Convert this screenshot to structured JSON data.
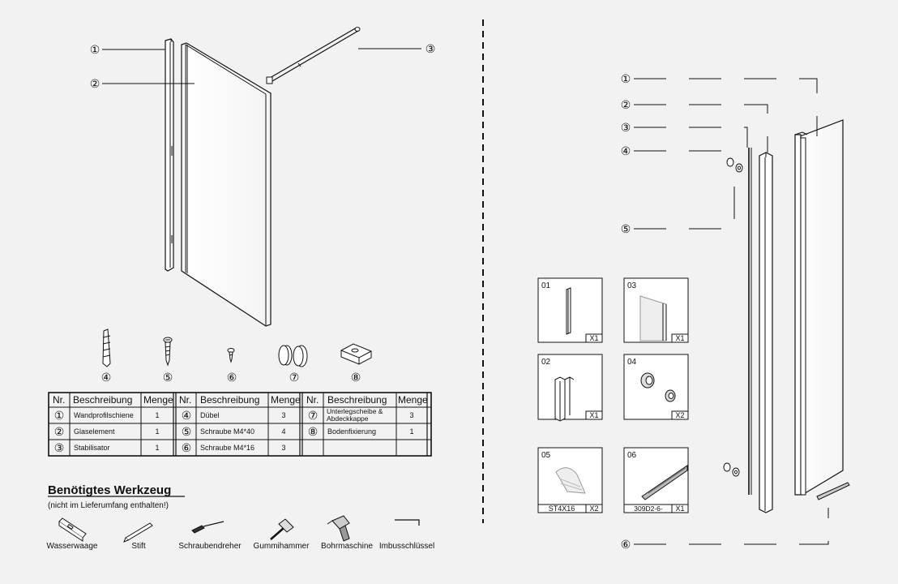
{
  "callouts_left": {
    "c1": "①",
    "c2": "②",
    "c3": "③",
    "c4": "④",
    "c5": "⑤",
    "c6": "⑥",
    "c7": "⑦",
    "c8": "⑧"
  },
  "parts_table": {
    "headers": {
      "nr": "Nr.",
      "beschreibung": "Beschreibung",
      "menge": "Menge"
    },
    "rows": [
      [
        {
          "nr": "①",
          "desc": "Wandprofilschiene",
          "qty": "1"
        },
        {
          "nr": "④",
          "desc": "Dübel",
          "qty": "3"
        },
        {
          "nr": "⑦",
          "desc": "Unterlegscheibe & Abdeckkappe",
          "qty": "3"
        }
      ],
      [
        {
          "nr": "②",
          "desc": "Glaselement",
          "qty": "1"
        },
        {
          "nr": "⑤",
          "desc": "Schraube M4*40",
          "qty": "4"
        },
        {
          "nr": "⑧",
          "desc": "Bodenfixierung",
          "qty": "1"
        }
      ],
      [
        {
          "nr": "③",
          "desc": "Stabilisator",
          "qty": "1"
        },
        {
          "nr": "⑥",
          "desc": "Schraube M4*16",
          "qty": "3"
        },
        {
          "nr": "",
          "desc": "",
          "qty": ""
        }
      ]
    ]
  },
  "tools": {
    "title": "Benötigtes Werkzeug",
    "subtitle": "(nicht im Lieferumfang enthalten!)",
    "items": [
      {
        "label": "Wasserwaage",
        "icon": "spirit-level-icon"
      },
      {
        "label": "Stift",
        "icon": "pencil-icon"
      },
      {
        "label": "Schraubendreher",
        "icon": "screwdriver-icon"
      },
      {
        "label": "Gummihammer",
        "icon": "rubber-mallet-icon"
      },
      {
        "label": "Bohrmaschine",
        "icon": "drill-icon"
      },
      {
        "label": "Imbusschlüssel",
        "icon": "allen-key-icon"
      }
    ]
  },
  "callouts_right": {
    "c1": "①",
    "c2": "②",
    "c3": "③",
    "c4": "④",
    "c5": "⑤",
    "c6": "⑥"
  },
  "detail_boxes": [
    {
      "code": "01",
      "qty": "X1",
      "part": ""
    },
    {
      "code": "03",
      "qty": "X1",
      "part": ""
    },
    {
      "code": "02",
      "qty": "X1",
      "part": ""
    },
    {
      "code": "04",
      "qty": "X2",
      "part": ""
    },
    {
      "code": "05",
      "qty": "X2",
      "part": "ST4X16"
    },
    {
      "code": "06",
      "qty": "X1",
      "part": "309D2-6-"
    }
  ]
}
